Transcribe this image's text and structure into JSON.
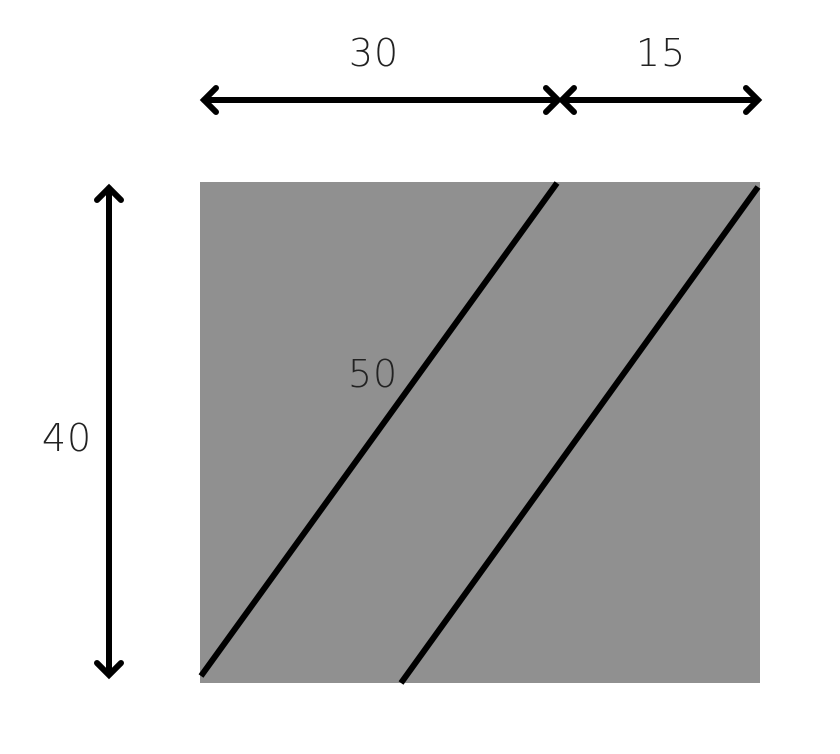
{
  "diagram": {
    "shape_fill": "#909090",
    "stroke_color": "#000000",
    "labels": {
      "top_left_width": "30",
      "top_right_width": "15",
      "height": "40",
      "diagonal": "50"
    }
  }
}
